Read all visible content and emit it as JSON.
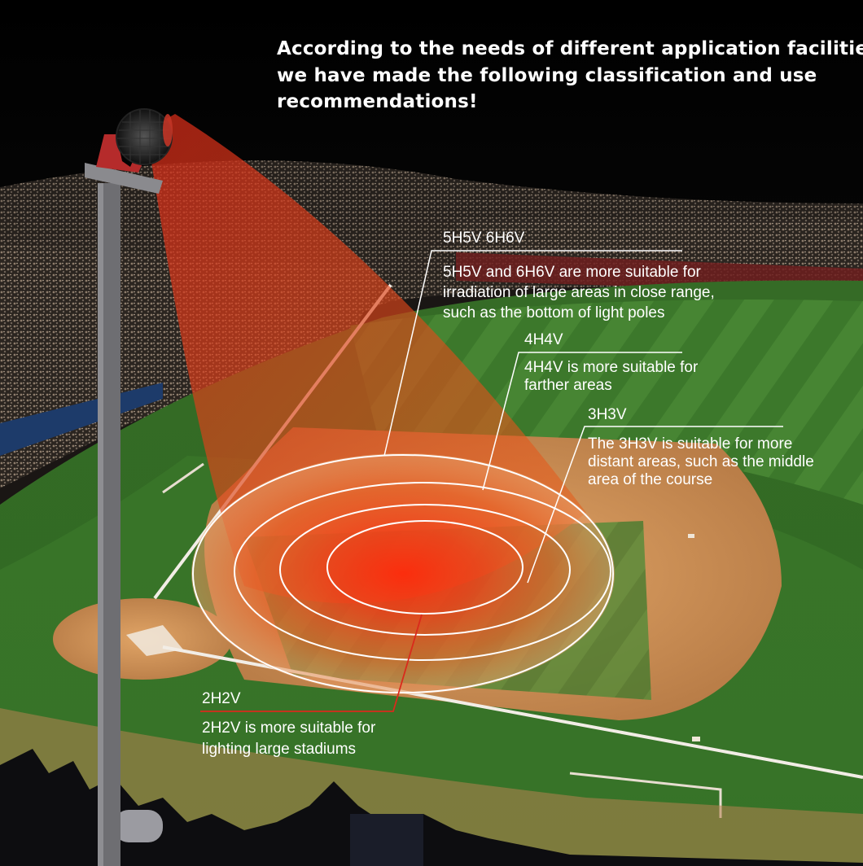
{
  "headline": {
    "line1": "According to the needs of different application facilities,",
    "line2": "we have made the following classification and use",
    "line3": "recommendations!"
  },
  "annotations": {
    "beam_5h5v_6h6v": {
      "title": "5H5V  6H6V",
      "desc_line1": "5H5V and 6H6V are more suitable for",
      "desc_line2": "irradiation of large areas in close range,",
      "desc_line3": "such as the bottom of light poles"
    },
    "beam_4h4v": {
      "title": "4H4V",
      "desc_line1": "4H4V is more suitable for",
      "desc_line2": "farther areas"
    },
    "beam_3h3v": {
      "title": "3H3V",
      "desc_line1": "The 3H3V is suitable for more",
      "desc_line2": "distant areas, such as the middle",
      "desc_line3": "area of the course"
    },
    "beam_2h2v": {
      "title": "2H2V",
      "desc_line1": "2H2V is more suitable for",
      "desc_line2": "lighting large stadiums"
    }
  },
  "colors": {
    "beam": "#e8321e",
    "grass": "#3f7d2e",
    "dirt": "#c98a4d",
    "leader_red": "#d92a1c"
  }
}
